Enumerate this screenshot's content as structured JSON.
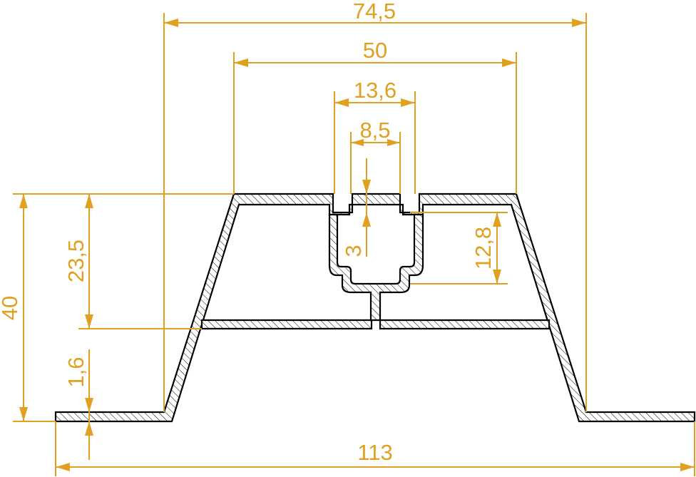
{
  "drawing": {
    "dim_color": "#e0a020",
    "profile_color": "#000000",
    "dimensions": {
      "overall_width": "113",
      "top_outer_width": "74,5",
      "top_inner_width": "50",
      "slot_width": "13,6",
      "slot_opening": "8,5",
      "wall_thickness_top": "3",
      "slot_depth": "12,8",
      "total_height": "40",
      "upper_height": "23,5",
      "flange_thickness": "1,6"
    }
  }
}
